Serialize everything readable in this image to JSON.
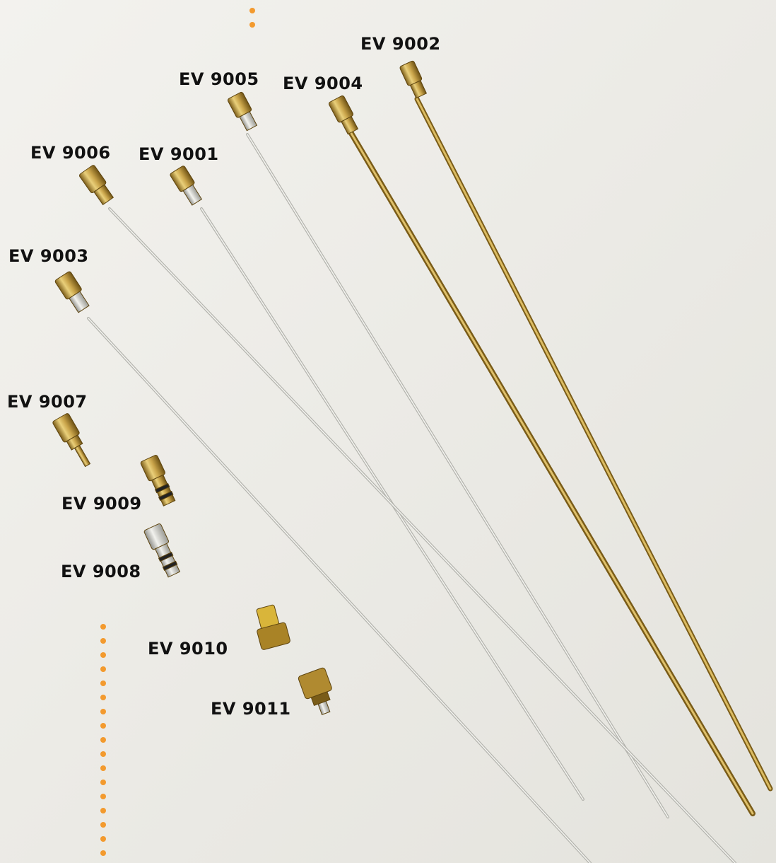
{
  "labels": {
    "ev9001": "EV 9001",
    "ev9002": "EV 9002",
    "ev9003": "EV 9003",
    "ev9004": "EV 9004",
    "ev9005": "EV 9005",
    "ev9006": "EV 9006",
    "ev9007": "EV 9007",
    "ev9008": "EV 9008",
    "ev9009": "EV 9009",
    "ev9010": "EV 9010",
    "ev9011": "EV 9011"
  },
  "colors": {
    "background": "#eeede8",
    "brass": "#c8a548",
    "brass_dark": "#8a6a20",
    "silver_rod": "#c9c9c4",
    "dot_accent": "#f39a2e",
    "label_text": "#111111"
  }
}
